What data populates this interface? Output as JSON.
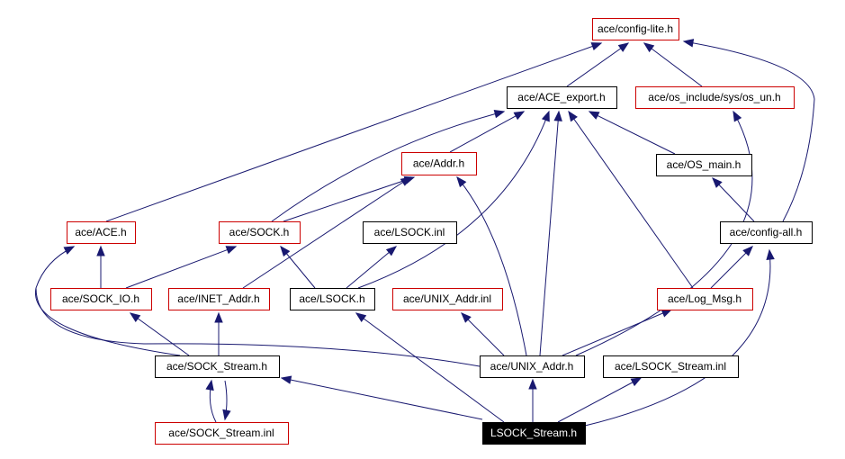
{
  "diagram": {
    "nodes": [
      {
        "id": "config_lite",
        "label": "ace/config-lite.h",
        "style": "red"
      },
      {
        "id": "ace_export",
        "label": "ace/ACE_export.h",
        "style": "black"
      },
      {
        "id": "os_un",
        "label": "ace/os_include/sys/os_un.h",
        "style": "red"
      },
      {
        "id": "addr",
        "label": "ace/Addr.h",
        "style": "red"
      },
      {
        "id": "os_main",
        "label": "ace/OS_main.h",
        "style": "black"
      },
      {
        "id": "ace_h",
        "label": "ace/ACE.h",
        "style": "red"
      },
      {
        "id": "sock_h",
        "label": "ace/SOCK.h",
        "style": "red"
      },
      {
        "id": "lsock_inl",
        "label": "ace/LSOCK.inl",
        "style": "black"
      },
      {
        "id": "config_all",
        "label": "ace/config-all.h",
        "style": "black"
      },
      {
        "id": "sock_io",
        "label": "ace/SOCK_IO.h",
        "style": "red"
      },
      {
        "id": "inet_addr",
        "label": "ace/INET_Addr.h",
        "style": "red"
      },
      {
        "id": "lsock_h",
        "label": "ace/LSOCK.h",
        "style": "black"
      },
      {
        "id": "unix_addr_inl",
        "label": "ace/UNIX_Addr.inl",
        "style": "red"
      },
      {
        "id": "log_msg",
        "label": "ace/Log_Msg.h",
        "style": "red"
      },
      {
        "id": "sock_stream_h",
        "label": "ace/SOCK_Stream.h",
        "style": "black"
      },
      {
        "id": "unix_addr_h",
        "label": "ace/UNIX_Addr.h",
        "style": "black"
      },
      {
        "id": "lsock_stream_inl",
        "label": "ace/LSOCK_Stream.inl",
        "style": "black"
      },
      {
        "id": "sock_stream_inl",
        "label": "ace/SOCK_Stream.inl",
        "style": "red"
      },
      {
        "id": "lsock_stream_h",
        "label": "LSOCK_Stream.h",
        "style": "current"
      }
    ],
    "edges": [
      {
        "from": "ace_export",
        "to": "config_lite"
      },
      {
        "from": "os_un",
        "to": "config_lite"
      },
      {
        "from": "ace_h",
        "to": "config_lite"
      },
      {
        "from": "config_all",
        "to": "config_lite"
      },
      {
        "from": "addr",
        "to": "ace_export"
      },
      {
        "from": "os_main",
        "to": "ace_export"
      },
      {
        "from": "sock_h",
        "to": "ace_export"
      },
      {
        "from": "lsock_h",
        "to": "ace_export"
      },
      {
        "from": "unix_addr_h",
        "to": "ace_export"
      },
      {
        "from": "log_msg",
        "to": "ace_export"
      },
      {
        "from": "sock_h",
        "to": "addr"
      },
      {
        "from": "inet_addr",
        "to": "addr"
      },
      {
        "from": "unix_addr_h",
        "to": "addr"
      },
      {
        "from": "config_all",
        "to": "os_main"
      },
      {
        "from": "unix_addr_h",
        "to": "os_un"
      },
      {
        "from": "sock_io",
        "to": "ace_h"
      },
      {
        "from": "sock_stream_h",
        "to": "ace_h"
      },
      {
        "from": "sock_io",
        "to": "sock_h"
      },
      {
        "from": "lsock_h",
        "to": "sock_h"
      },
      {
        "from": "lsock_h",
        "to": "lsock_inl"
      },
      {
        "from": "log_msg",
        "to": "config_all"
      },
      {
        "from": "lsock_stream_h",
        "to": "config_all"
      },
      {
        "from": "sock_stream_h",
        "to": "sock_io"
      },
      {
        "from": "sock_stream_h",
        "to": "inet_addr"
      },
      {
        "from": "lsock_stream_h",
        "to": "lsock_h"
      },
      {
        "from": "unix_addr_h",
        "to": "unix_addr_inl"
      },
      {
        "from": "unix_addr_h",
        "to": "log_msg"
      },
      {
        "from": "lsock_stream_h",
        "to": "sock_stream_h"
      },
      {
        "from": "sock_stream_inl",
        "to": "sock_stream_h"
      },
      {
        "from": "sock_stream_h",
        "to": "sock_stream_inl"
      },
      {
        "from": "lsock_stream_h",
        "to": "unix_addr_h"
      },
      {
        "from": "lsock_stream_h",
        "to": "lsock_stream_inl"
      }
    ]
  }
}
